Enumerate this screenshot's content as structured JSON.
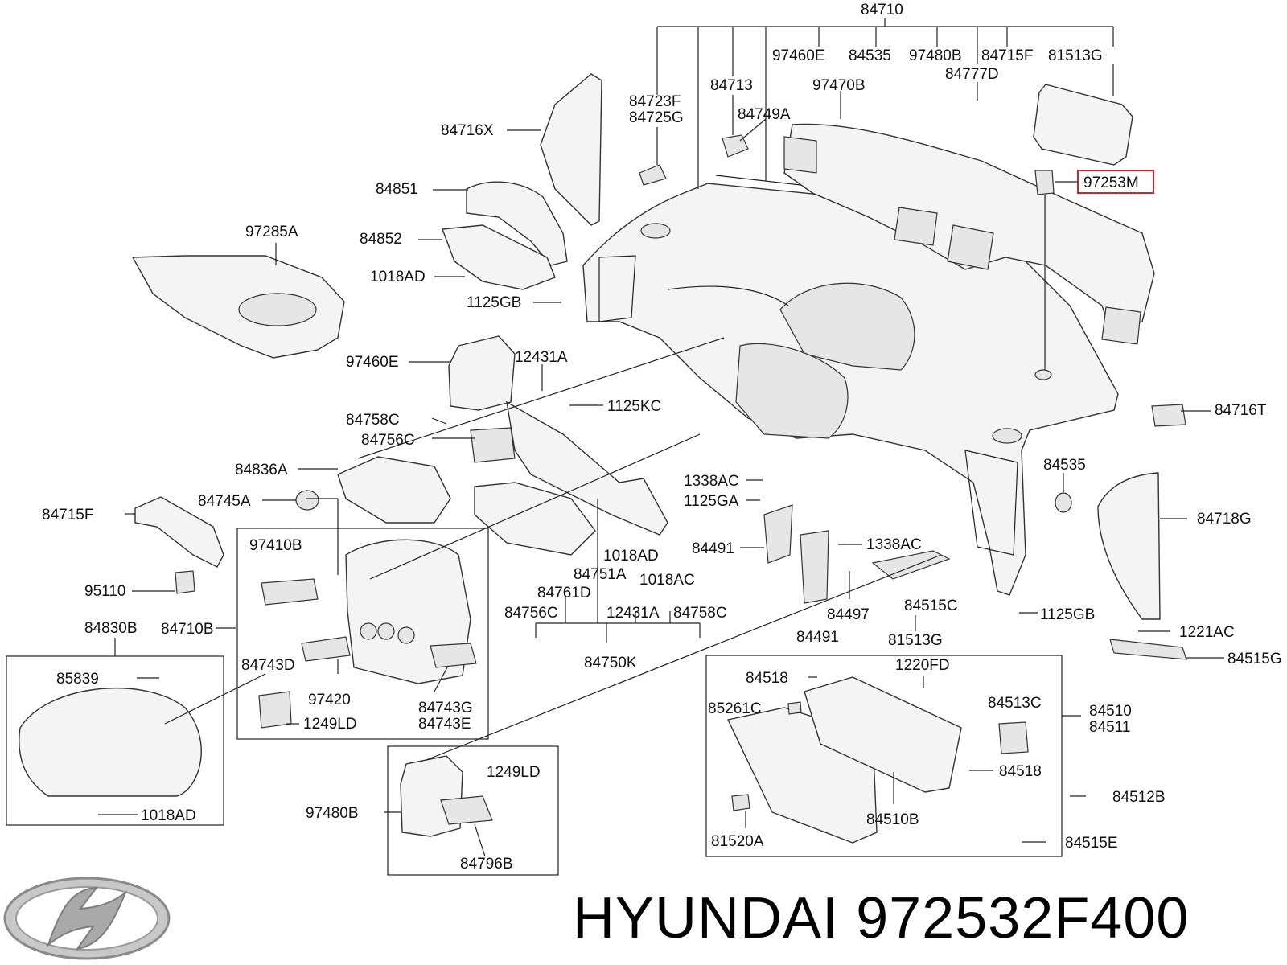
{
  "brand": "HYUNDAI",
  "part_number": "972532F400",
  "highlighted_label": "97253M",
  "colors": {
    "highlight": "#d0262b",
    "line": "#222222",
    "part_fill": "#f4f4f4"
  },
  "labels": {
    "l84710": "84710",
    "l97460E_top": "97460E",
    "l84535_top": "84535",
    "l97480B_top": "97480B",
    "l84715F_top": "84715F",
    "l81513G_top": "81513G",
    "l84713": "84713",
    "l97470B": "97470B",
    "l84777D": "84777D",
    "l84723F": "84723F",
    "l84725G": "84725G",
    "l84749A": "84749A",
    "l84716X": "84716X",
    "l97253M": "97253M",
    "l84851": "84851",
    "l84852": "84852",
    "l97285A": "97285A",
    "l1018AD_a": "1018AD",
    "l1125GB_a": "1125GB",
    "l97460E": "97460E",
    "l12431A_a": "12431A",
    "l1125KC": "1125KC",
    "l84758C_a": "84758C",
    "l84756C_a": "84756C",
    "l84716T": "84716T",
    "l84836A": "84836A",
    "l84535": "84535",
    "l1338AC_a": "1338AC",
    "l1125GA": "1125GA",
    "l84745A": "84745A",
    "l84715F": "84715F",
    "l84718G": "84718G",
    "l97410B": "97410B",
    "l84491_a": "84491",
    "l1338AC_b": "1338AC",
    "l1018AD_b": "1018AD",
    "l95110": "95110",
    "l84751A": "84751A",
    "l1018AC": "1018AC",
    "l84497": "84497",
    "l84515C": "84515C",
    "l84761D": "84761D",
    "l84710B": "84710B",
    "l84830B": "84830B",
    "l84756C_b": "84756C",
    "l12431A_b": "12431A",
    "l84758C_b": "84758C",
    "l1125GB_b": "1125GB",
    "l84491_b": "84491",
    "l81513G": "81513G",
    "l1221AC": "1221AC",
    "l84750K": "84750K",
    "l84515G": "84515G",
    "l84743D": "84743D",
    "l85839": "85839",
    "l84518_a": "84518",
    "l1220FD": "1220FD",
    "l97420": "97420",
    "l84743G": "84743G",
    "l84743E": "84743E",
    "l1249LD_a": "1249LD",
    "l85261C": "85261C",
    "l84513C": "84513C",
    "l84510": "84510",
    "l84511": "84511",
    "l1249LD_b": "1249LD",
    "l84518_b": "84518",
    "l97480B": "97480B",
    "l1018AD_c": "1018AD",
    "l84512B": "84512B",
    "l84510B": "84510B",
    "l81520A": "81520A",
    "l84515E": "84515E",
    "l84796B": "84796B"
  }
}
